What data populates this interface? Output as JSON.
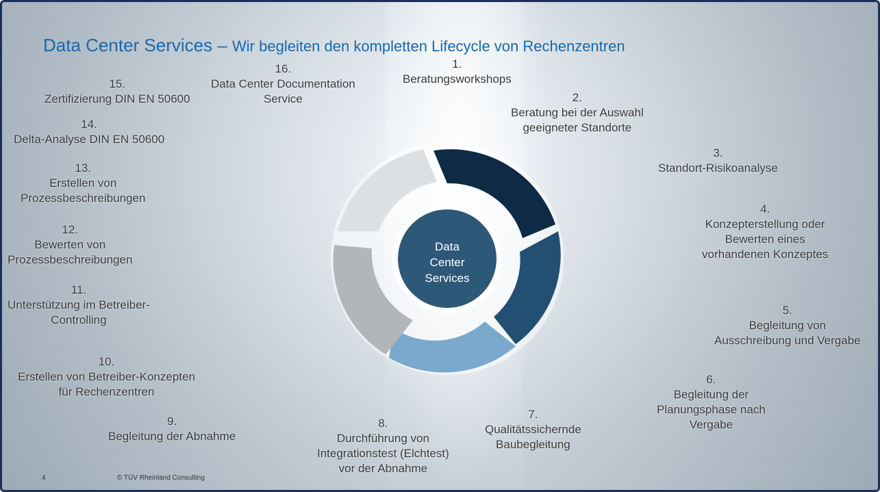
{
  "title": {
    "main": "Data Center Services",
    "dash": " – ",
    "sub": "Wir begleiten den kompletten Lifecycle von Rechenzentren"
  },
  "center": {
    "line1": "Data",
    "line2": "Center",
    "line3": "Services"
  },
  "colors": {
    "title": "#1769ae",
    "seg1": "#0e2a45",
    "seg2": "#234f73",
    "seg3": "#7aa9cd",
    "seg4": "#b3b6b9",
    "seg5": "#dde0e3",
    "center": "#2e5878"
  },
  "items": [
    {
      "num": "1.",
      "text": "Beratungsworkshops"
    },
    {
      "num": "2.",
      "text": "Beratung bei der Auswahl\ngeeigneter Standorte"
    },
    {
      "num": "3.",
      "text": "Standort-Risikoanalyse"
    },
    {
      "num": "4.",
      "text": "Konzepterstellung oder\nBewerten eines\nvorhandenen Konzeptes"
    },
    {
      "num": "5.",
      "text": "Begleitung von\nAusschreibung und Vergabe"
    },
    {
      "num": "6.",
      "text": "Begleitung der\nPlanungsphase nach\nVergabe"
    },
    {
      "num": "7.",
      "text": "Qualitätssichernde\nBaubegleitung"
    },
    {
      "num": "8.",
      "text": "Durchführung von\nIntegrationstest (Elchtest)\nvor der Abnahme"
    },
    {
      "num": "9.",
      "text": "Begleitung der Abnahme"
    },
    {
      "num": "10.",
      "text": "Erstellen von Betreiber-Konzepten\nfür Rechenzentren"
    },
    {
      "num": "11.",
      "text": "Unterstützung im Betreiber-\nControlling"
    },
    {
      "num": "12.",
      "text": "Bewerten von\nProzessbeschreibungen"
    },
    {
      "num": "13.",
      "text": "Erstellen von\nProzessbeschreibungen"
    },
    {
      "num": "14.",
      "text": "Delta-Analyse DIN EN 50600"
    },
    {
      "num": "15.",
      "text": "Zertifizierung DIN EN 50600"
    },
    {
      "num": "16.",
      "text": "Data Center Documentation\nService"
    }
  ],
  "footer": {
    "page": "4",
    "copyright": "© TÜV Rheinland Consulting"
  }
}
